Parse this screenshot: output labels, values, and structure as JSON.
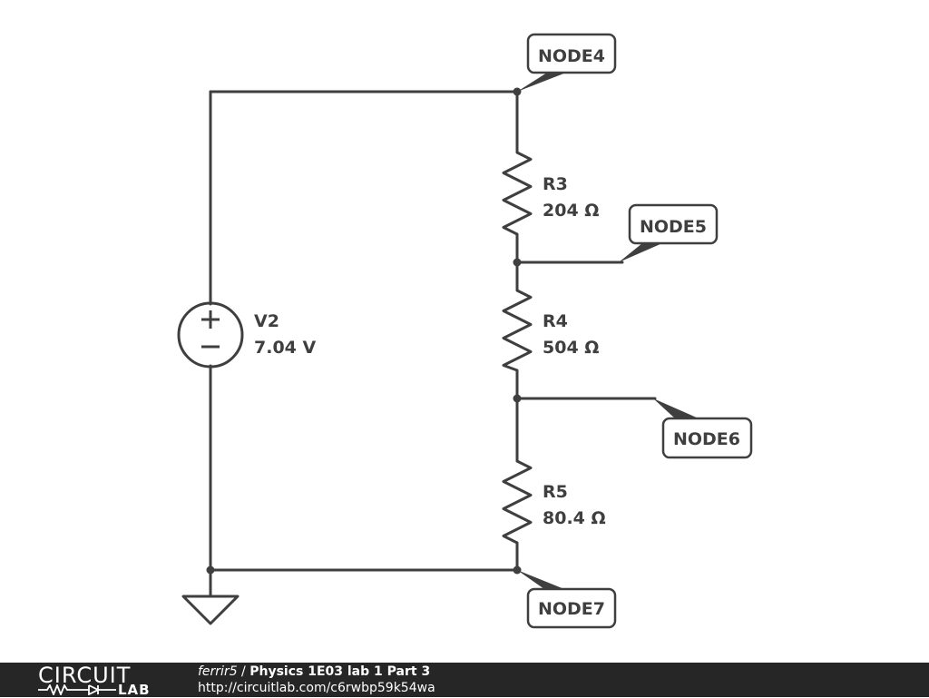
{
  "components": {
    "v2": {
      "name": "V2",
      "value": "7.04 V"
    },
    "r3": {
      "name": "R3",
      "value": "204 Ω"
    },
    "r4": {
      "name": "R4",
      "value": "504 Ω"
    },
    "r5": {
      "name": "R5",
      "value": "80.4 Ω"
    }
  },
  "nodes": {
    "node4": "NODE4",
    "node5": "NODE5",
    "node6": "NODE6",
    "node7": "NODE7"
  },
  "footer": {
    "logo_top": "CIRCUIT",
    "logo_bottom": "LAB",
    "user": "ferrir5",
    "separator": " / ",
    "title": "Physics 1E03 lab 1 Part 3",
    "url": "http://circuitlab.com/c6rwbp59k54wa"
  },
  "colors": {
    "ink": "#3f3f3f",
    "footer_bg": "#262626",
    "footer_text": "#ffffff"
  }
}
